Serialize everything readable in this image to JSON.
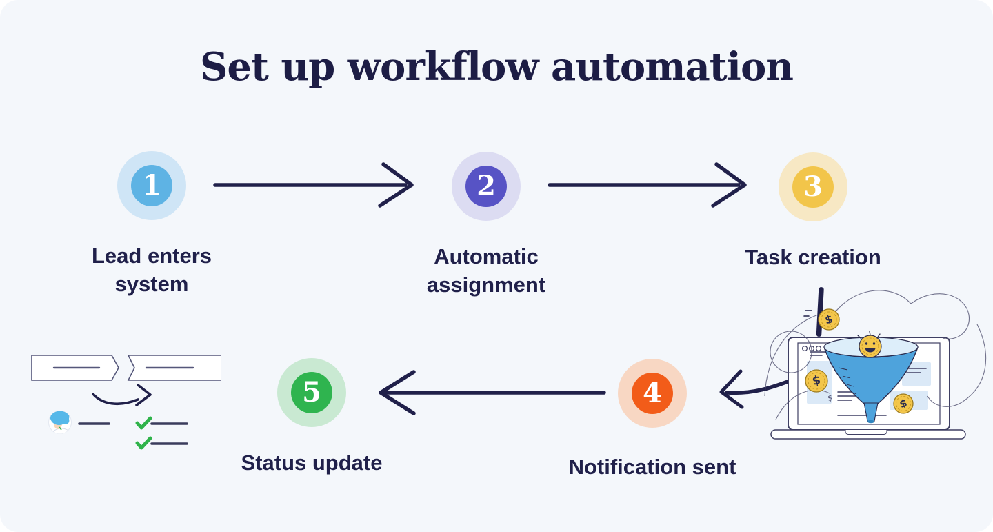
{
  "title": "Set up workflow automation",
  "steps": [
    {
      "number": "1",
      "label": "Lead enters\nsystem",
      "circle_color": "#5eb3e4",
      "halo_color": "#cfe5f6"
    },
    {
      "number": "2",
      "label": "Automatic\nassignment",
      "circle_color": "#5753c5",
      "halo_color": "#dcdcf2"
    },
    {
      "number": "3",
      "label": "Task creation",
      "circle_color": "#f2c54a",
      "halo_color": "#f7e8c4"
    },
    {
      "number": "4",
      "label": "Notification sent",
      "circle_color": "#f25c19",
      "halo_color": "#f8d7c3"
    },
    {
      "number": "5",
      "label": "Status update",
      "circle_color": "#2fb44f",
      "halo_color": "#c9e9d2"
    }
  ],
  "colors": {
    "background": "#f4f7fb",
    "text": "#20204a",
    "arrow": "#20204a",
    "funnel_blue": "#4ea3dc",
    "funnel_mouth": "#ddeefa",
    "coin_gold": "#f3c64b",
    "check_green": "#2fb34a",
    "outline": "#3f3f63"
  },
  "icons": {
    "left_illustration": [
      "process-arrow-banner-icon",
      "curved-arrow-icon",
      "user-avatar-icon",
      "checklist-check-icon"
    ],
    "right_illustration": [
      "laptop-icon",
      "sales-funnel-icon",
      "dollar-coin-icon",
      "smiley-coin-icon",
      "pen-drop-icon"
    ]
  }
}
